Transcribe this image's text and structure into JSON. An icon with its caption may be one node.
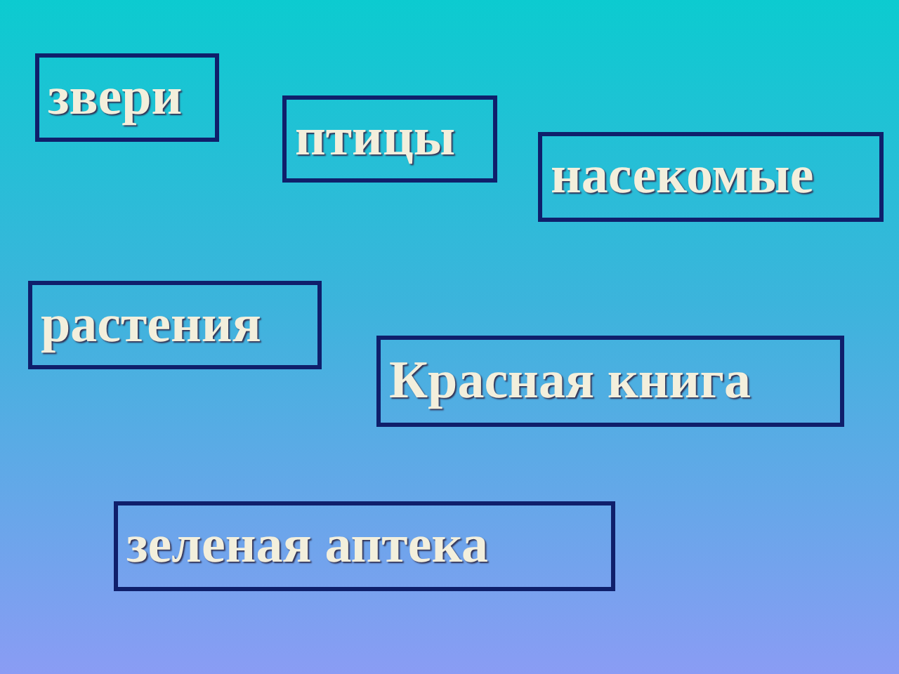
{
  "diagram": {
    "nodes": [
      {
        "text": [
          "звери"
        ]
      },
      {
        "text": [
          "птицы"
        ]
      },
      {
        "text": [
          "насекомые"
        ]
      },
      {
        "text": [
          "растения"
        ]
      },
      {
        "text": [
          "Красная книга"
        ]
      },
      {
        "text": [
          "зеленая аптека"
        ]
      }
    ]
  }
}
